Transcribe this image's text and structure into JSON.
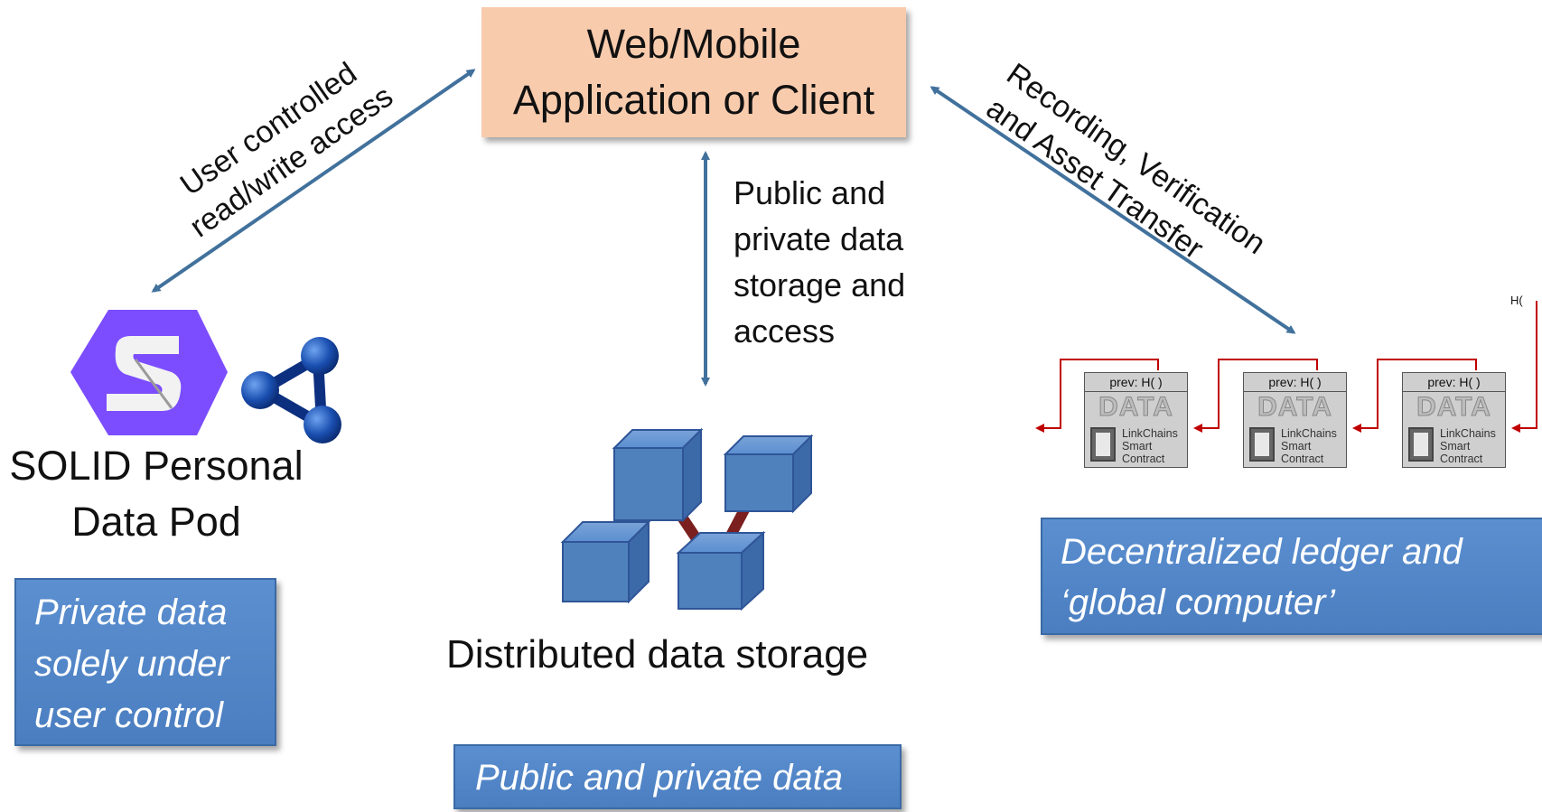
{
  "app": {
    "line1": "Web/Mobile",
    "line2": "Application or Client"
  },
  "left_arrow_label": {
    "line1": "User controlled",
    "line2": "read/write access"
  },
  "center_arrow_label": {
    "line1": "Public and",
    "line2": "private data",
    "line3": "storage and",
    "line4": "access"
  },
  "right_arrow_label": {
    "line1": "Recording, Verification",
    "line2": "and Asset Transfer"
  },
  "solid": {
    "line1": "SOLID Personal",
    "line2": "Data Pod",
    "box": {
      "line1": "Private data",
      "line2": "solely under",
      "line3": "user control"
    }
  },
  "storage": {
    "title": "Distributed data storage",
    "box": "Public and private data"
  },
  "ledger": {
    "box": {
      "line1": "Decentralized ledger and",
      "line2": "‘global computer’"
    },
    "blocks": [
      {
        "header": "prev: H( )",
        "data": "DATA",
        "contract": [
          "LinkChains",
          "Smart",
          "Contract"
        ]
      },
      {
        "header": "prev: H( )",
        "data": "DATA",
        "contract": [
          "LinkChains",
          "Smart",
          "Contract"
        ]
      },
      {
        "header": "prev: H( )",
        "data": "DATA",
        "contract": [
          "LinkChains",
          "Smart",
          "Contract"
        ]
      }
    ],
    "edge_label": "H("
  },
  "colors": {
    "arrow": "#41719c",
    "chain": "#c00000",
    "app_fill": "#f8cbad",
    "box_fill": "#5b8fd0",
    "solid_logo": "#7c4dff",
    "cube": "#4f81bd"
  },
  "icons": [
    "solid-logo-icon",
    "rdf-graph-icon",
    "cube-network-icon",
    "contract-document-icon"
  ]
}
